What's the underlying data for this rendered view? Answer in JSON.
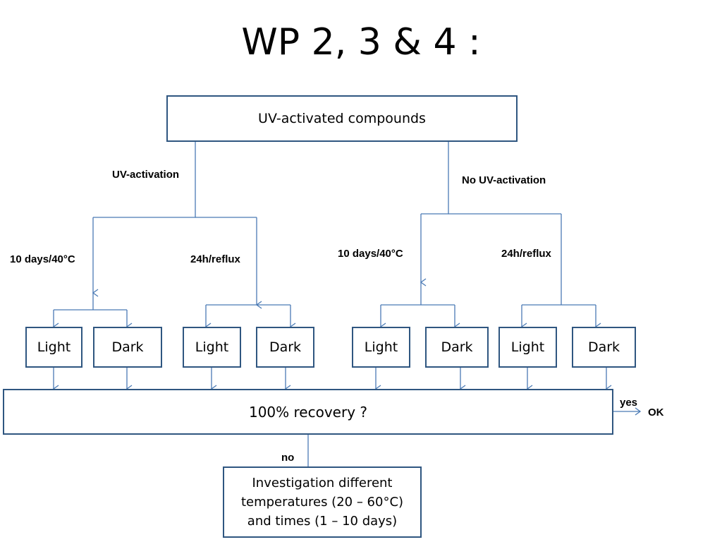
{
  "title": "WP 2, 3 & 4 :",
  "top_box": "UV-activated compounds",
  "branch_left": "UV-activation",
  "branch_right": "No UV-activation",
  "cond_1": "10 days/40°C",
  "cond_2": "24h/reflux",
  "cond_3": "10 days/40°C",
  "cond_4": "24h/reflux",
  "leaves": [
    "Light",
    "Dark",
    "Light",
    "Dark",
    "Light",
    "Dark",
    "Light",
    "Dark"
  ],
  "recovery_box": "100% recovery ?",
  "yes_label": "yes",
  "ok_label": "OK",
  "no_label": "no",
  "investigation": {
    "line1": "Investigation different",
    "line2": "temperatures (20 – 60°C)",
    "line3": "and times (1 – 10 days)"
  },
  "colors": {
    "box_border": "#2f5680",
    "connector": "#4a7ab5"
  }
}
